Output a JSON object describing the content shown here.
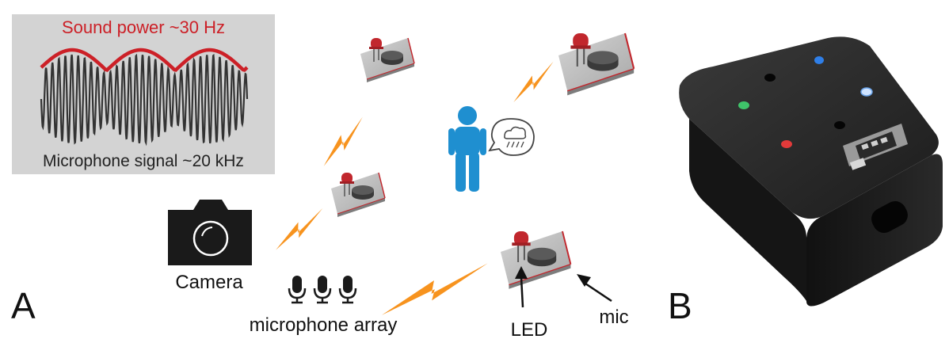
{
  "inset": {
    "title": "Sound power ~30 Hz",
    "subtitle": "Microphone signal ~20 kHz",
    "title_color": "#cc2027",
    "bg_color": "#d3d3d3"
  },
  "labels": {
    "camera": "Camera",
    "mic_array": "microphone array",
    "led": "LED",
    "mic": "mic"
  },
  "panels": {
    "a": "A",
    "b": "B"
  },
  "colors": {
    "lightning": "#f7931e",
    "led_red": "#c1272d",
    "person": "#1f8fd0",
    "board": "#b8b8b8",
    "board_edge": "#c1272d",
    "box": "#1b1b1b"
  },
  "icons": {
    "speech": "rain-cloud-speech-bubble",
    "mic_array": "microphone-icons",
    "camera": "camera-icon"
  }
}
